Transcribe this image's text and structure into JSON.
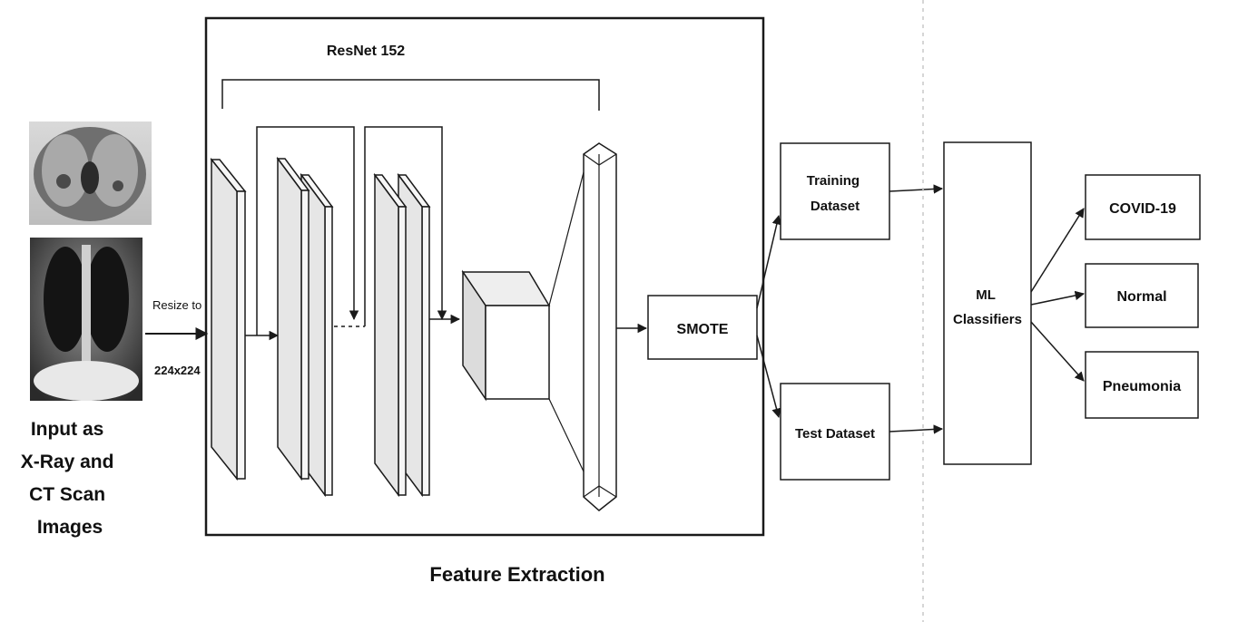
{
  "input": {
    "caption_lines": [
      "Input as",
      "X-Ray and",
      "CT Scan",
      "Images"
    ]
  },
  "resize": {
    "line1": "Resize to",
    "line2": "224x224"
  },
  "resnet_label": "ResNet 152",
  "feature_extraction_label": "Feature Extraction",
  "smote_label": "SMOTE",
  "training_dataset": [
    "Training",
    "Dataset"
  ],
  "test_dataset": "Test Dataset",
  "ml_classifiers": [
    "ML",
    "Classifiers"
  ],
  "outputs": {
    "covid": "COVID-19",
    "normal": "Normal",
    "pneumonia": "Pneumonia"
  },
  "colors": {
    "stroke": "#1a1a1a",
    "layer_fill": "#e6e6e6",
    "layer_side": "#f6f6f6",
    "cube_front": "#ffffff",
    "cube_top": "#eeeeee",
    "cube_side": "#dcdcdc"
  }
}
